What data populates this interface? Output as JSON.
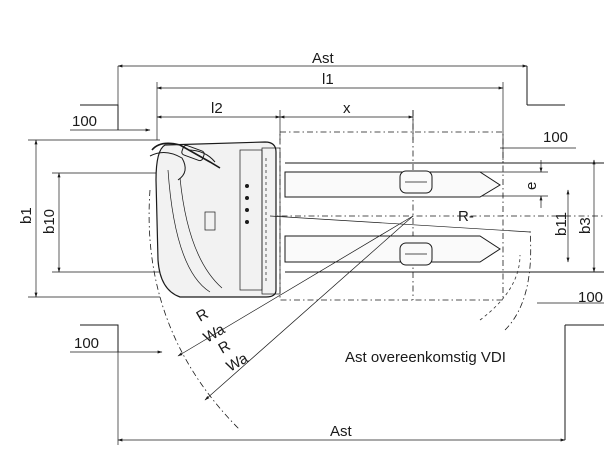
{
  "labels": {
    "ast_top": "Ast",
    "l1": "l1",
    "l2": "l2",
    "x": "x",
    "d100_top_left": "100",
    "d100_top_right": "100",
    "d100_right": "100",
    "d100_bottom_left": "100",
    "e": "e",
    "b1": "b1",
    "b10": "b10",
    "b11": "b11",
    "b3": "b3",
    "r_center": "R",
    "r_a": "R",
    "wa_a": "Wa",
    "r_b": "R",
    "wa_b": "Wa",
    "ast_bottom": "Ast",
    "caption": "Ast overeenkomstig VDI"
  }
}
